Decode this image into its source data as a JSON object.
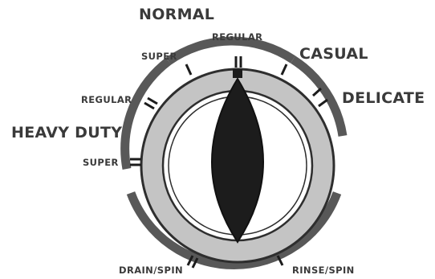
{
  "groups": {
    "normal": "NORMAL",
    "casual": "CASUAL",
    "delicate": "DELICATE",
    "heavy_duty": "HEAVY DUTY"
  },
  "settings": {
    "normal_regular": "REGULAR",
    "normal_super": "SUPER",
    "heavy_regular": "REGULAR",
    "heavy_super": "SUPER",
    "drain_spin": "DRAIN/SPIN",
    "rinse_spin": "RINSE/SPIN"
  },
  "colors": {
    "ring_dark": "#585858",
    "ring_light": "#c4c4c4",
    "knob_fill": "#1c1c1c",
    "text": "#3a3a3a"
  }
}
